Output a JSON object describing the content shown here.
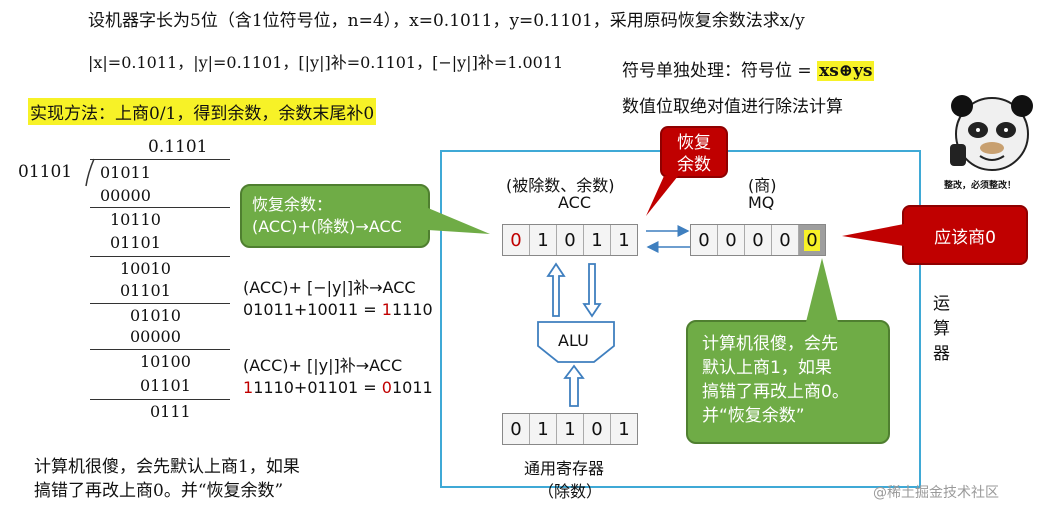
{
  "header": {
    "line1": "设机器字长为5位（含1位符号位，n=4），x=0.1011，y=0.1101，采用原码恢复余数法求x/y",
    "line2": "|x|=0.1011，|y|=0.1101，[|y|]补=0.1101，[−|y|]补=1.0011",
    "method": "实现方法：上商0/1，得到余数，余数末尾补0",
    "sign_label": "符号单独处理：符号位 = ",
    "sign_formula": "xs⊕ys",
    "value_label": "数值位取绝对值进行除法计算"
  },
  "division": {
    "quotient": "0.1101",
    "divisor": "01101",
    "rows": [
      {
        "text": "01011"
      },
      {
        "text": "00000"
      },
      {
        "text": "10110"
      },
      {
        "text": "01101"
      },
      {
        "text": "10010"
      },
      {
        "text": "01101"
      },
      {
        "text": "01010"
      },
      {
        "text": "00000"
      },
      {
        "text": "10100"
      },
      {
        "text": "01101"
      },
      {
        "text": "0111"
      }
    ]
  },
  "steps": {
    "step1_title": "(ACC)+ [−|y|]补→ACC",
    "step1_calc_a": "01011+10011 = ",
    "step1_calc_red": "1",
    "step1_calc_b": "1110",
    "step2_title": "(ACC)+ [|y|]补→ACC",
    "step2_calc_red1": "1",
    "step2_calc_a": "1110+01101 = ",
    "step2_calc_red2": "0",
    "step2_calc_b": "1011"
  },
  "bottom_note_1": "计算机很傻，会先默认上商1，如果",
  "bottom_note_2": "搞错了再改上商0。并“恢复余数”",
  "alu_panel": {
    "acc_caption": "(被除数、余数)",
    "acc_label": "ACC",
    "mq_caption": "(商)",
    "mq_label": "MQ",
    "acc_bits": [
      "0",
      "1",
      "0",
      "1",
      "1"
    ],
    "mq_bits": [
      "0",
      "0",
      "0",
      "0",
      "0"
    ],
    "alu_label": "ALU",
    "gpr_bits": [
      "0",
      "1",
      "1",
      "0",
      "1"
    ],
    "gpr_label_1": "通用寄存器",
    "gpr_label_2": "（除数）",
    "side_label": "运\n算\n器"
  },
  "callouts": {
    "restore_title": "恢复",
    "restore_title_2": "余数",
    "restore_green_1": "恢复余数：",
    "restore_green_2": "(ACC)+(除数)→ACC",
    "should_quotient_0": "应该商0",
    "smart_1": "计算机很傻，会先",
    "smart_2": "默认上商1，如果",
    "smart_3": "搞错了再改上商0。",
    "smart_4": "并“恢复余数”"
  },
  "meme_caption": "整改，必须整改！",
  "watermark": "@稀土掘金技术社区",
  "colors": {
    "highlight": "#f7f227",
    "green": "#6fac46",
    "red": "#c00000",
    "panel_border": "#3fa9d6"
  }
}
